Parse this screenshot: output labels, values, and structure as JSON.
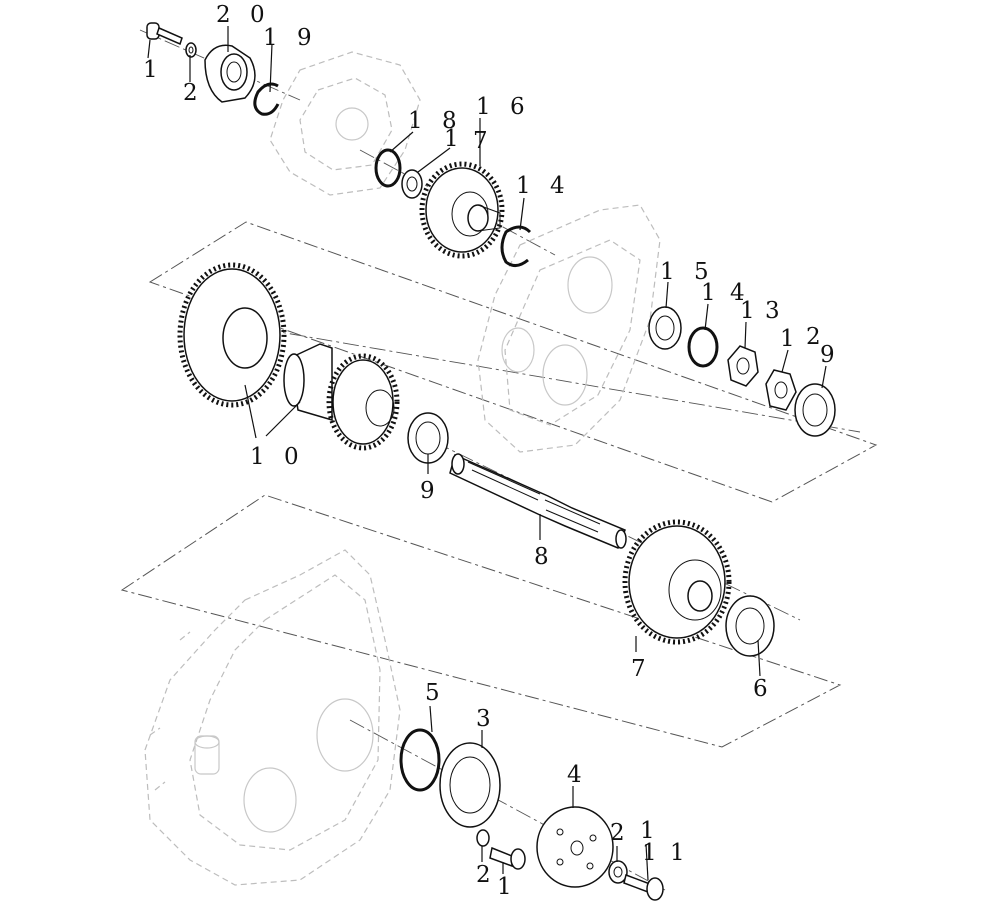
{
  "callouts": [
    {
      "id": "c1",
      "text": "2 0"
    },
    {
      "id": "c2",
      "text": "1 9"
    },
    {
      "id": "c3",
      "text": "1"
    },
    {
      "id": "c4",
      "text": "2"
    },
    {
      "id": "c5",
      "text": "1 6"
    },
    {
      "id": "c6",
      "text": "1 8"
    },
    {
      "id": "c7",
      "text": "1"
    },
    {
      "id": "c8",
      "text": "7"
    },
    {
      "id": "c9",
      "text": "1 4"
    },
    {
      "id": "c10",
      "text": "1 5"
    },
    {
      "id": "c11",
      "text": "1"
    },
    {
      "id": "c12",
      "text": "4"
    },
    {
      "id": "c13",
      "text": "1"
    },
    {
      "id": "c14",
      "text": "3"
    },
    {
      "id": "c15",
      "text": "1"
    },
    {
      "id": "c16",
      "text": "2"
    },
    {
      "id": "c17",
      "text": "9"
    },
    {
      "id": "c18",
      "text": "1 0"
    },
    {
      "id": "c19",
      "text": "9"
    },
    {
      "id": "c20",
      "text": "8"
    },
    {
      "id": "c21",
      "text": "7"
    },
    {
      "id": "c22",
      "text": "6"
    },
    {
      "id": "c23",
      "text": "5"
    },
    {
      "id": "c24",
      "text": "3"
    },
    {
      "id": "c25",
      "text": "4"
    },
    {
      "id": "c26",
      "text": "2"
    },
    {
      "id": "c27",
      "text": "1"
    },
    {
      "id": "c28",
      "text": "2"
    },
    {
      "id": "c29",
      "text": "1"
    },
    {
      "id": "c30",
      "text": "1"
    },
    {
      "id": "c31",
      "text": "1"
    }
  ]
}
